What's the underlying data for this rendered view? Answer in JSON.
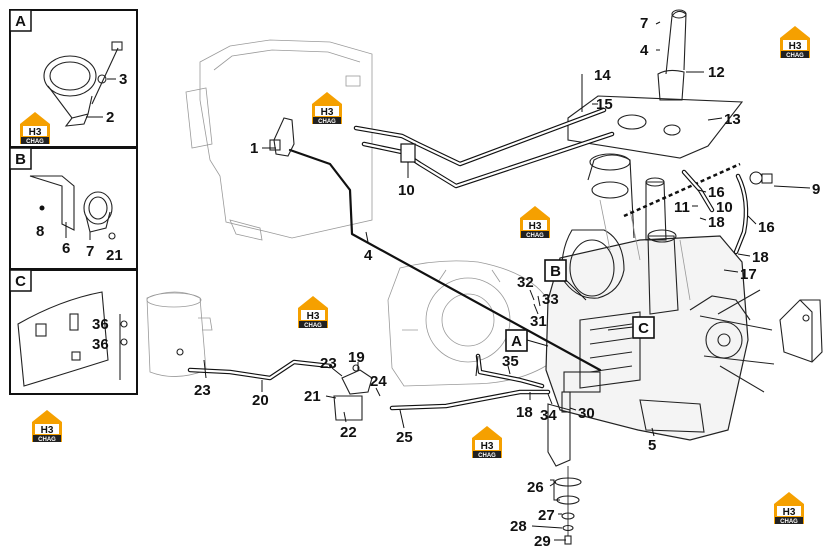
{
  "insets": [
    {
      "letter": "A",
      "callouts": [
        "3",
        "2"
      ]
    },
    {
      "letter": "B",
      "callouts": [
        "8",
        "6",
        "7",
        "21"
      ]
    },
    {
      "letter": "C",
      "callouts": [
        "36",
        "36"
      ]
    }
  ],
  "ref_markers": [
    "A",
    "B",
    "C"
  ],
  "callouts": [
    "1",
    "4",
    "7",
    "4",
    "14",
    "15",
    "12",
    "13",
    "10",
    "16",
    "9",
    "11",
    "10",
    "18",
    "16",
    "18",
    "17",
    "32",
    "33",
    "31",
    "35",
    "19",
    "23",
    "24",
    "21",
    "22",
    "18",
    "34",
    "30",
    "25",
    "23",
    "20",
    "5",
    "26",
    "27",
    "28",
    "29"
  ],
  "watermark": {
    "mark": "H3",
    "caption": "CHAG"
  },
  "colors": {
    "ink": "#111111",
    "sketch": "#9a9a9a",
    "logo_orange": "#f5a000",
    "logo_dark": "#222222"
  }
}
